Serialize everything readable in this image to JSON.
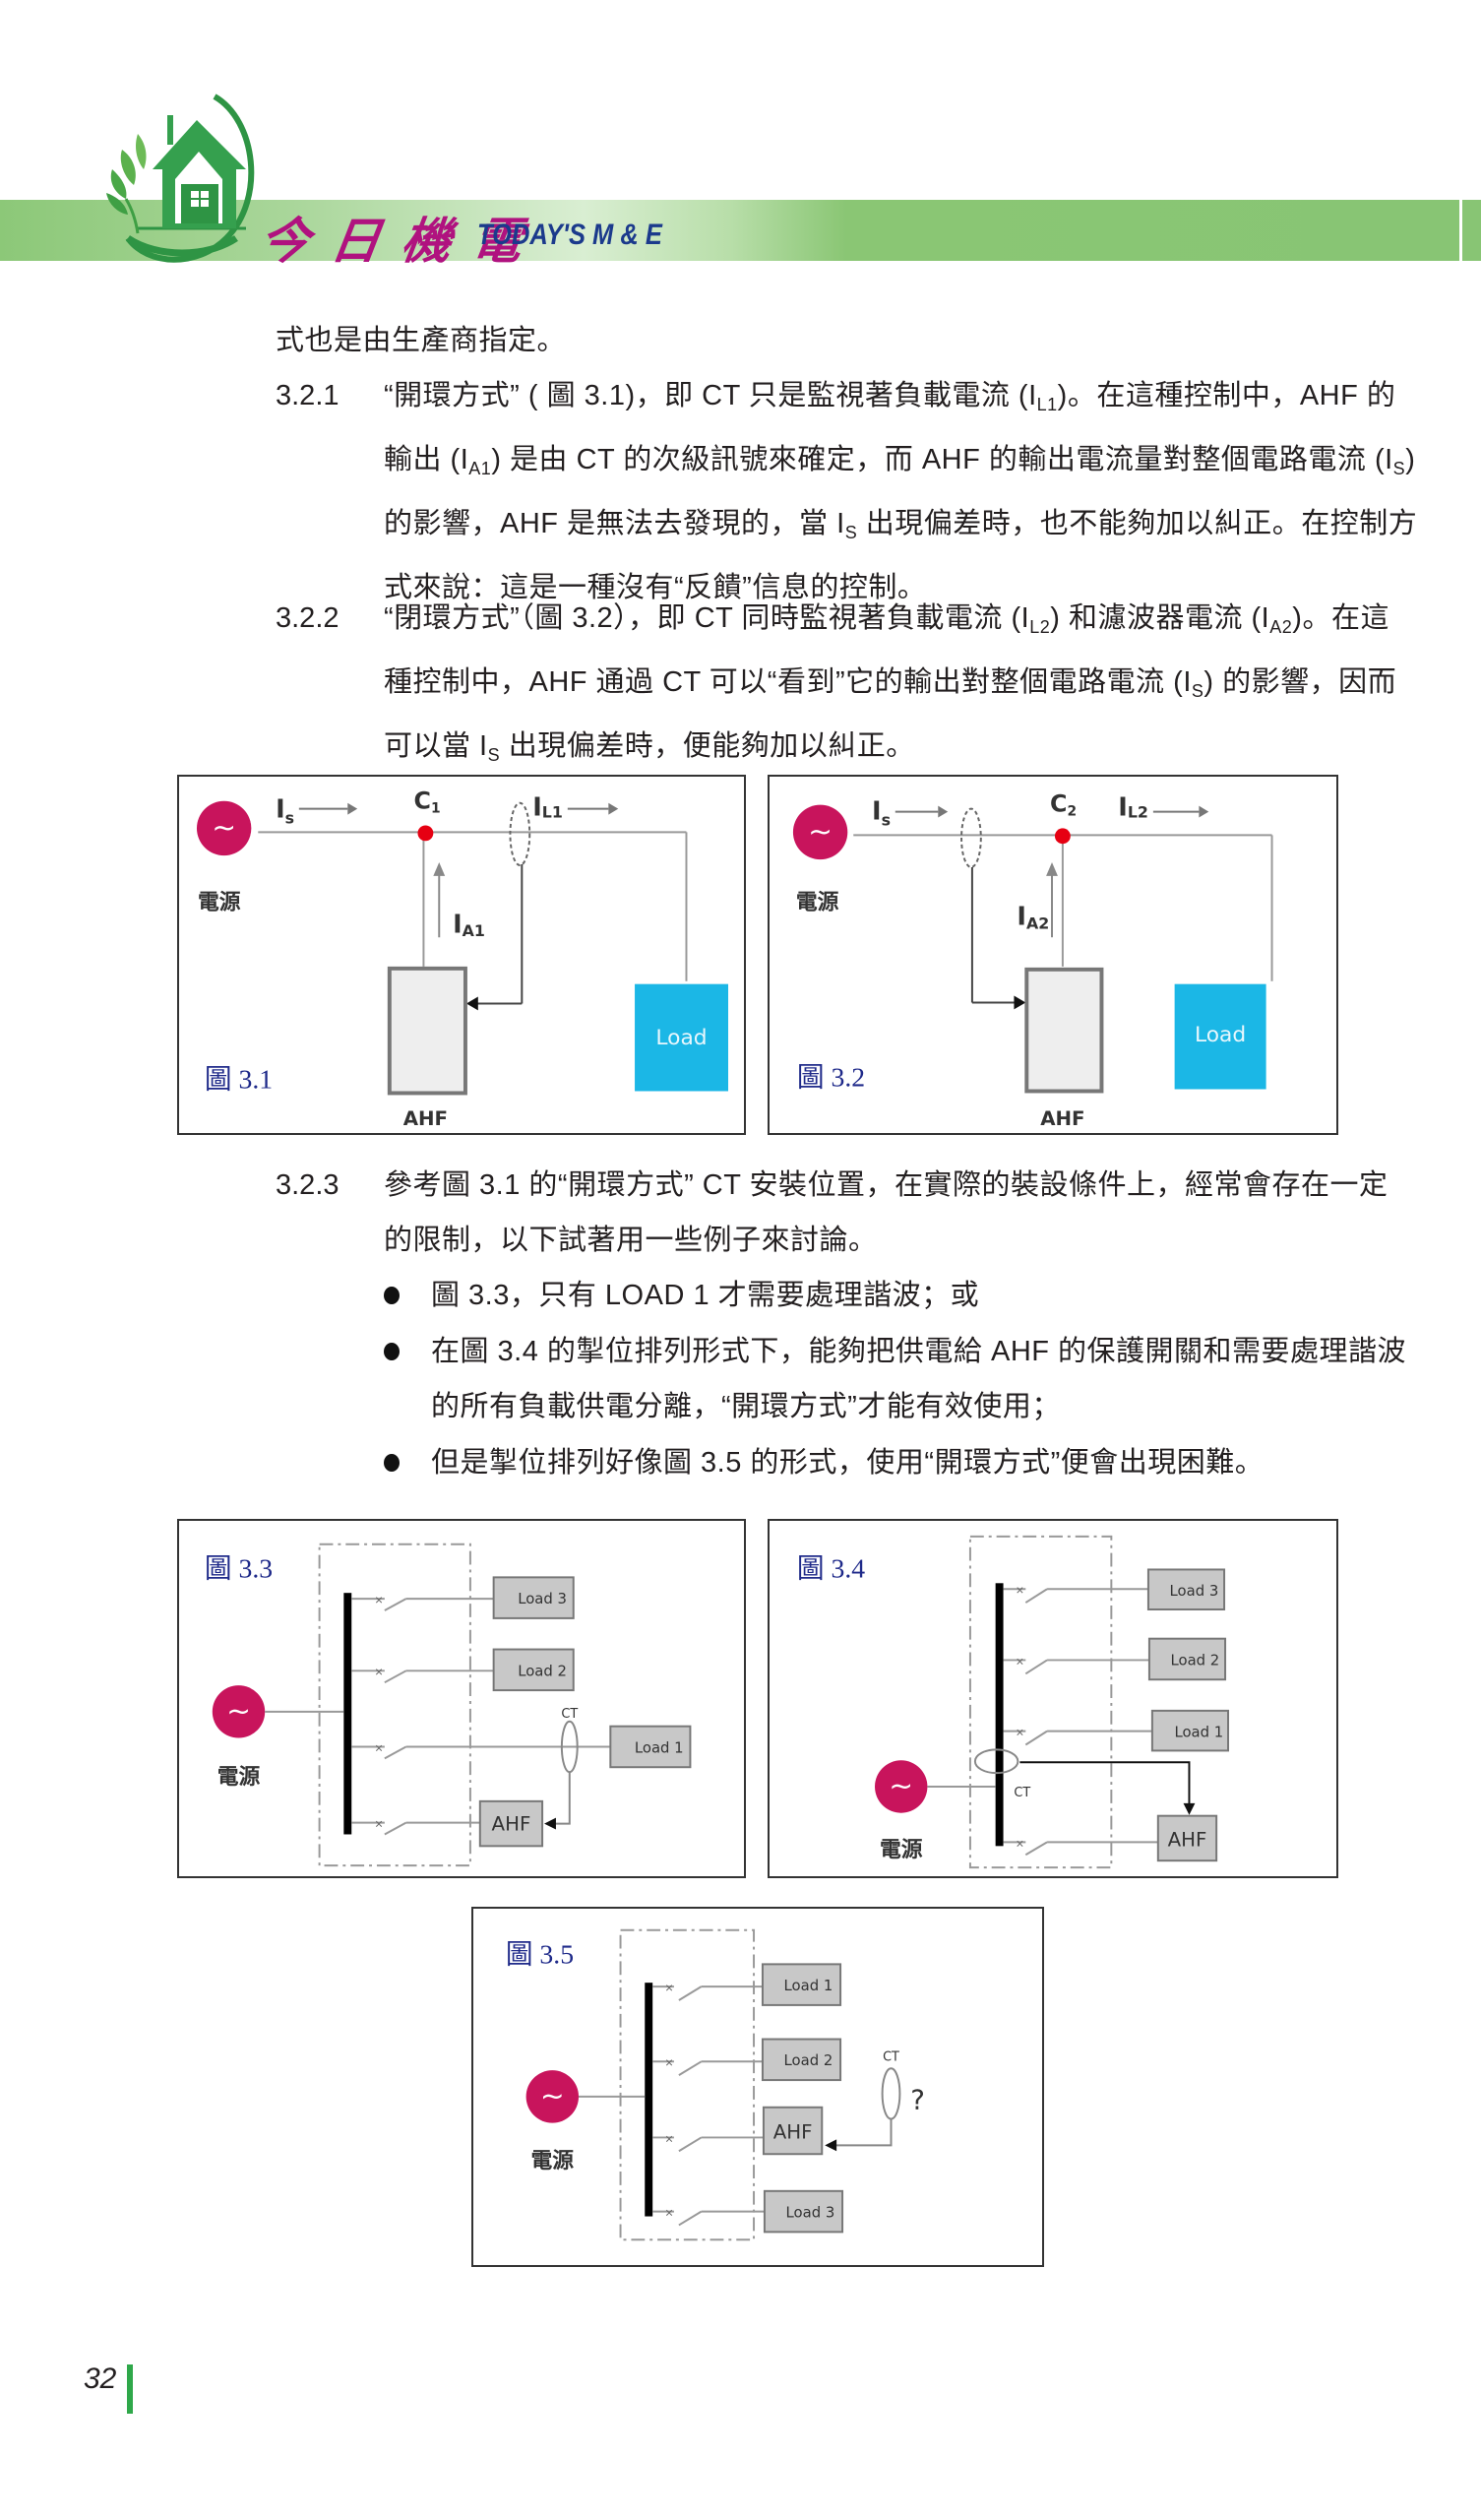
{
  "header": {
    "magazine_title": "今日機電",
    "magazine_subtitle": "TODAY'S M & E",
    "logo_icon": "house-leaf-logo-icon"
  },
  "content": {
    "intro_line": "式也是由生產商指定。",
    "sections": [
      {
        "number": "3.2.1",
        "lines": [
          [
            "“開環方式” ( 圖 3.1)，即 CT 只是監視著負載電流 (I",
            "L1",
            ")。在這種控制中，AHF 的"
          ],
          [
            "輸出 (I",
            "A1",
            ") 是由 CT 的次級訊號來確定，而 AHF 的輸出電流量對整個電路電流 (I",
            "S",
            ")"
          ],
          [
            "的影響，AHF 是無法去發現的，當 I",
            "S",
            " 出現偏差時，也不能夠加以糾正。在控制方"
          ],
          [
            "式來說：這是一種沒有“反饋”信息的控制。"
          ]
        ]
      },
      {
        "number": "3.2.2",
        "lines": [
          [
            "“閉環方式”（圖 3.2），即 CT 同時監視著負載電流 (I",
            "L2",
            ") 和濾波器電流 (I",
            "A2",
            ")。在這"
          ],
          [
            "種控制中，AHF 通過 CT 可以“看到”它的輸出對整個電路電流 (I",
            "S",
            ") 的影響，因而"
          ],
          [
            "可以當 I",
            "S",
            " 出現偏差時，便能夠加以糾正。"
          ]
        ]
      },
      {
        "number": "3.2.3",
        "lines": [
          [
            "參考圖 3.1 的“開環方式” CT 安裝位置，在實際的裝設條件上，經常會存在一定"
          ],
          [
            "的限制，以下試著用一些例子來討論。"
          ]
        ],
        "bullets": [
          [
            "圖 3.3，只有 LOAD 1 才需要處理諧波；或"
          ],
          [
            "在圖 3.4 的掣位排列形式下，能夠把供電給 AHF 的保護開關和需要處理諧波",
            "的所有負載供電分離，“開環方式”才能有效使用；"
          ],
          [
            "但是掣位排列好像圖 3.5 的形式，使用“開環方式”便會出現困難。"
          ]
        ]
      }
    ]
  },
  "figures": {
    "fig31": {
      "label": "圖 3.1",
      "source_label": "電源",
      "is": "I",
      "is_sub": "s",
      "node": "C",
      "node_sub": "1",
      "il": "I",
      "il_sub": "L1",
      "ia": "I",
      "ia_sub": "A1",
      "ahf": "AHF",
      "load": "Load",
      "source_icon": "ac-source-icon"
    },
    "fig32": {
      "label": "圖 3.2",
      "source_label": "電源",
      "is": "I",
      "is_sub": "s",
      "node": "C",
      "node_sub": "2",
      "il": "I",
      "il_sub": "L2",
      "ia": "I",
      "ia_sub": "A2",
      "ahf": "AHF",
      "load": "Load",
      "source_icon": "ac-source-icon"
    },
    "fig33": {
      "label": "圖 3.3",
      "source_label": "電源",
      "ct": "CT",
      "branches": [
        "Load  3",
        "Load 2",
        "Load 1",
        "AHF"
      ]
    },
    "fig34": {
      "label": "圖 3.4",
      "source_label": "電源",
      "ct": "CT",
      "branches": [
        "Load  3",
        "Load 2",
        "Load 1",
        "AHF"
      ]
    },
    "fig35": {
      "label": "圖 3.5",
      "source_label": "電源",
      "ct": "CT",
      "question": "?",
      "branches": [
        "Load 1",
        "Load 2",
        "AHF",
        "Load  3"
      ]
    }
  },
  "colors": {
    "banner_green": "#88c574",
    "title_magenta": "#b0127f",
    "subtitle_blue": "#1b3a8c",
    "source_magenta": "#c8145c",
    "load_cyan": "#1bb7e6",
    "node_red": "#e60012",
    "figure_label_blue": "#1f2a8a",
    "page_bar_green": "#2fa84a"
  },
  "footer": {
    "page_number": "32"
  }
}
